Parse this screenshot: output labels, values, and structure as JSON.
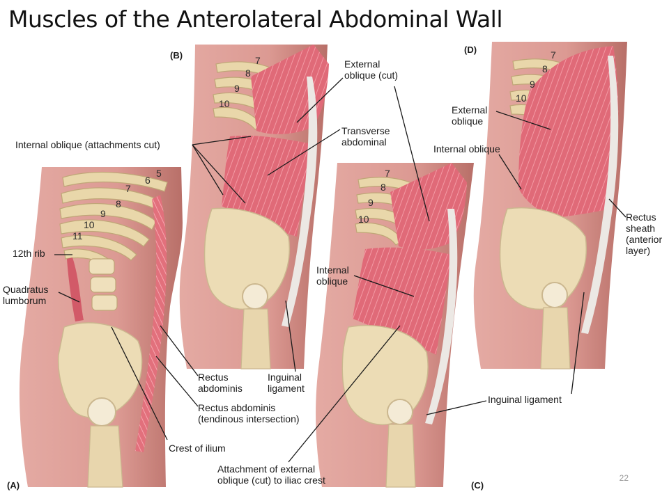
{
  "slide": {
    "title": "Muscles of the Anterolateral Abdominal Wall",
    "page_number": "22"
  },
  "panels": {
    "a": "(A)",
    "b": "(B)",
    "c": "(C)",
    "d": "(D)"
  },
  "labels": {
    "external_oblique_cut_1": "External",
    "external_oblique_cut_2": "oblique (cut)",
    "internal_oblique_attach": "Internal  oblique (attachments cut)",
    "transverse_1": "Transverse",
    "transverse_2": "abdominal",
    "external_oblique_d_1": "External",
    "external_oblique_d_2": "oblique",
    "internal_oblique_d": "Internal oblique",
    "twelfth_rib": "12th rib",
    "quadratus_1": "Quadratus",
    "quadratus_2": "lumborum",
    "internal_oblique_c_1": "Internal",
    "internal_oblique_c_2": "oblique",
    "rectus_sheath_1": "Rectus",
    "rectus_sheath_2": "sheath",
    "rectus_sheath_3": "(anterior",
    "rectus_sheath_4": "layer)",
    "rectus_abdominis_1": "Rectus",
    "rectus_abdominis_2": "abdominis",
    "rectus_tendinous_1": "Rectus abdominis",
    "rectus_tendinous_2": "(tendinous intersection)",
    "inguinal_b_1": "Inguinal",
    "inguinal_b_2": "ligament",
    "inguinal_cd": "Inguinal ligament",
    "crest_ilium": "Crest of ilium",
    "attach_ext_1": "Attachment of external",
    "attach_ext_2": "oblique (cut) to iliac crest"
  },
  "rib_numbers": {
    "a": [
      "5",
      "6",
      "7",
      "8",
      "9",
      "10",
      "11"
    ],
    "b": [
      "7",
      "8",
      "9",
      "10"
    ],
    "c": [
      "7",
      "8",
      "9",
      "10"
    ],
    "d": [
      "7",
      "8",
      "9",
      "10"
    ]
  },
  "colors": {
    "skin": "#dc9a93",
    "skin_dark": "#c87870",
    "muscle": "#e06a78",
    "muscle_light": "#f08e98",
    "bone": "#ecdcb5",
    "bone_shade": "#cbb78f",
    "fascia": "#e9e6e2",
    "background": "#ffffff"
  }
}
